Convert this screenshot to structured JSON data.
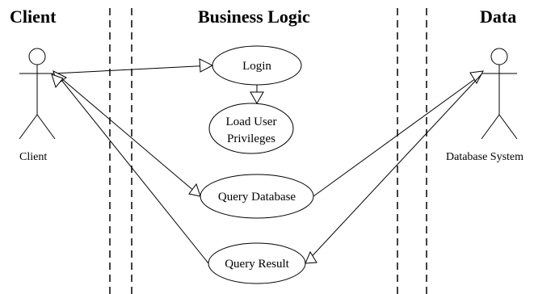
{
  "headers": {
    "client": "Client",
    "business": "Business Logic",
    "data": "Data"
  },
  "actors": {
    "client": "Client",
    "database": "Database System"
  },
  "use_cases": {
    "login": "Login",
    "load_line1": "Load User",
    "load_line2": "Privileges",
    "query_db": "Query Database",
    "query_result": "Query Result"
  }
}
